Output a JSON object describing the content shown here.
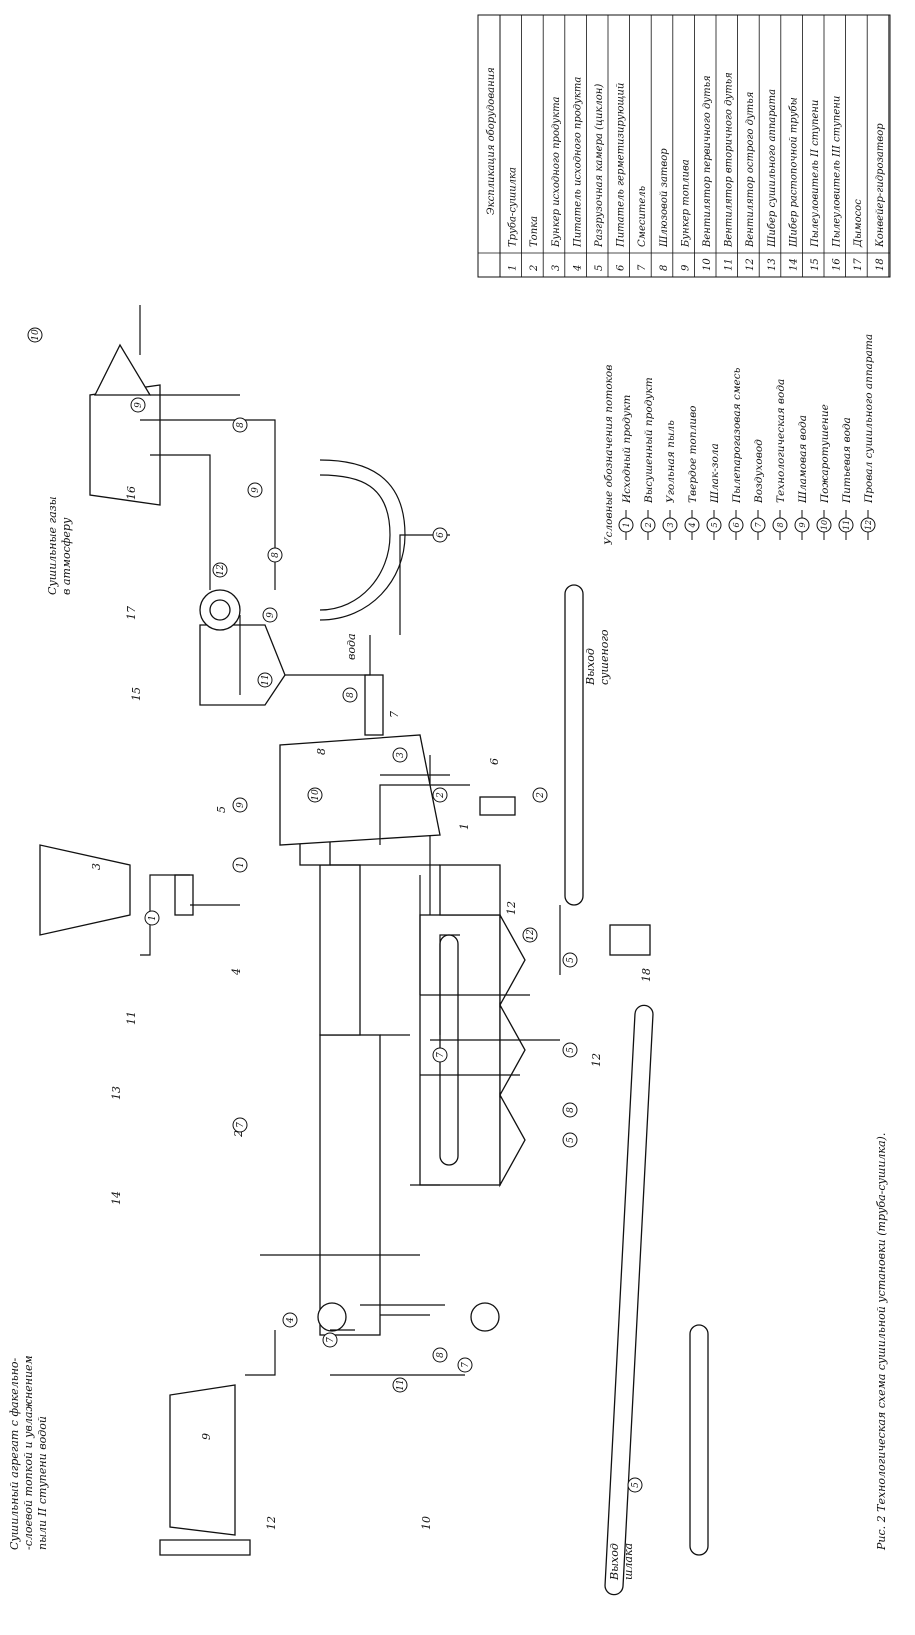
{
  "explication": {
    "heading": "Экспликация оборудования",
    "rows": [
      {
        "num": "1",
        "name": "Труба-сушилка"
      },
      {
        "num": "2",
        "name": "Топка"
      },
      {
        "num": "3",
        "name": "Бункер исходного продукта"
      },
      {
        "num": "4",
        "name": "Питатель исходного продукта"
      },
      {
        "num": "5",
        "name": "Разгрузочная камера (циклон)"
      },
      {
        "num": "6",
        "name": "Питатель герметизирующий"
      },
      {
        "num": "7",
        "name": "Смеситель"
      },
      {
        "num": "8",
        "name": "Шлюзовой затвор"
      },
      {
        "num": "9",
        "name": "Бункер топлива"
      },
      {
        "num": "10",
        "name": "Вентилятор первичного дутья"
      },
      {
        "num": "11",
        "name": "Вентилятор вторичного дутья"
      },
      {
        "num": "12",
        "name": "Вентилятор острого дутья"
      },
      {
        "num": "13",
        "name": "Шибер сушильного аппарата"
      },
      {
        "num": "14",
        "name": "Шибер растопочной трубы"
      },
      {
        "num": "15",
        "name": "Пылеуловитель II ступени"
      },
      {
        "num": "16",
        "name": "Пылеуловитель III ступени"
      },
      {
        "num": "17",
        "name": "Дымосос"
      },
      {
        "num": "18",
        "name": "Конвейер-гидрозатвор"
      }
    ]
  },
  "legend": {
    "heading": "Условные обозначения потоков",
    "items": [
      {
        "num": "1",
        "label": "Исходный продукт"
      },
      {
        "num": "2",
        "label": "Высушенный продукт"
      },
      {
        "num": "3",
        "label": "Угольная пыль"
      },
      {
        "num": "4",
        "label": "Твердое топливо"
      },
      {
        "num": "5",
        "label": "Шлак-зола"
      },
      {
        "num": "6",
        "label": "Пылепарогазовая смесь"
      },
      {
        "num": "7",
        "label": "Воздуховод"
      },
      {
        "num": "8",
        "label": "Технологическая вода"
      },
      {
        "num": "9",
        "label": "Шламовая вода"
      },
      {
        "num": "10",
        "label": "Пожаротушение"
      },
      {
        "num": "11",
        "label": "Питьевая вода"
      },
      {
        "num": "12",
        "label": "Провал сушильного аппарата"
      }
    ]
  },
  "labels": {
    "unit_title_1": "Сушильный агрегат с факельно-",
    "unit_title_2": "-слоевой топкой и увлажнением",
    "unit_title_3": "пыли II ступени водой",
    "drying_gases_1": "Сушильные газы",
    "drying_gases_2": "в атмосферу",
    "dried_out_1": "Выход",
    "dried_out_2": "сушеного",
    "slag_out_1": "Выход",
    "slag_out_2": "шлака",
    "water": "вода"
  },
  "caption": "Рис. 2 Технологическая схема сушильной установки (труба-сушилка).",
  "equipment_tags": [
    "1",
    "2",
    "3",
    "4",
    "5",
    "6",
    "7",
    "8",
    "9",
    "10",
    "11",
    "12",
    "12",
    "12",
    "13",
    "14",
    "15",
    "16",
    "17",
    "18"
  ],
  "stream_markers": [
    "1",
    "1",
    "2",
    "2",
    "3",
    "4",
    "5",
    "5",
    "5",
    "5",
    "6",
    "7",
    "7",
    "7",
    "7",
    "8",
    "8",
    "8",
    "8",
    "8",
    "9",
    "9",
    "9",
    "9",
    "10",
    "10",
    "11",
    "11",
    "12",
    "12"
  ]
}
